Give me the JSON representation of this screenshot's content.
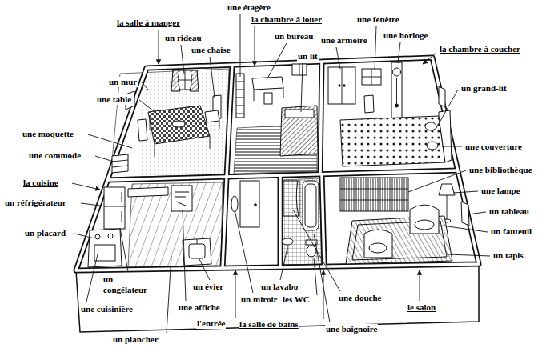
{
  "diagram": {
    "labels": [
      "la salle à manger",
      "une étagère",
      "la chambre à louer",
      "une fenêtre",
      "un rideau",
      "une chaise",
      "un bureau",
      "une armoire",
      "une horloge",
      "la chambre à coucher",
      "un lit",
      "un mur",
      "un grand-lit",
      "une table",
      "une moquette",
      "une couverture",
      "une commode",
      "une bibliothèque",
      "la cuisine",
      "une lampe",
      "un réfrigérateur",
      "un tableau",
      "un fauteuil",
      "un placard",
      "un tapis",
      "un congélateur",
      "une cuisinière",
      "un évier",
      "une affiche",
      "un miroir",
      "un lavabo",
      "les WC",
      "un plancher",
      "l'entrée",
      "la salle de bains",
      "une douche",
      "une baignoire",
      "le salon"
    ]
  }
}
